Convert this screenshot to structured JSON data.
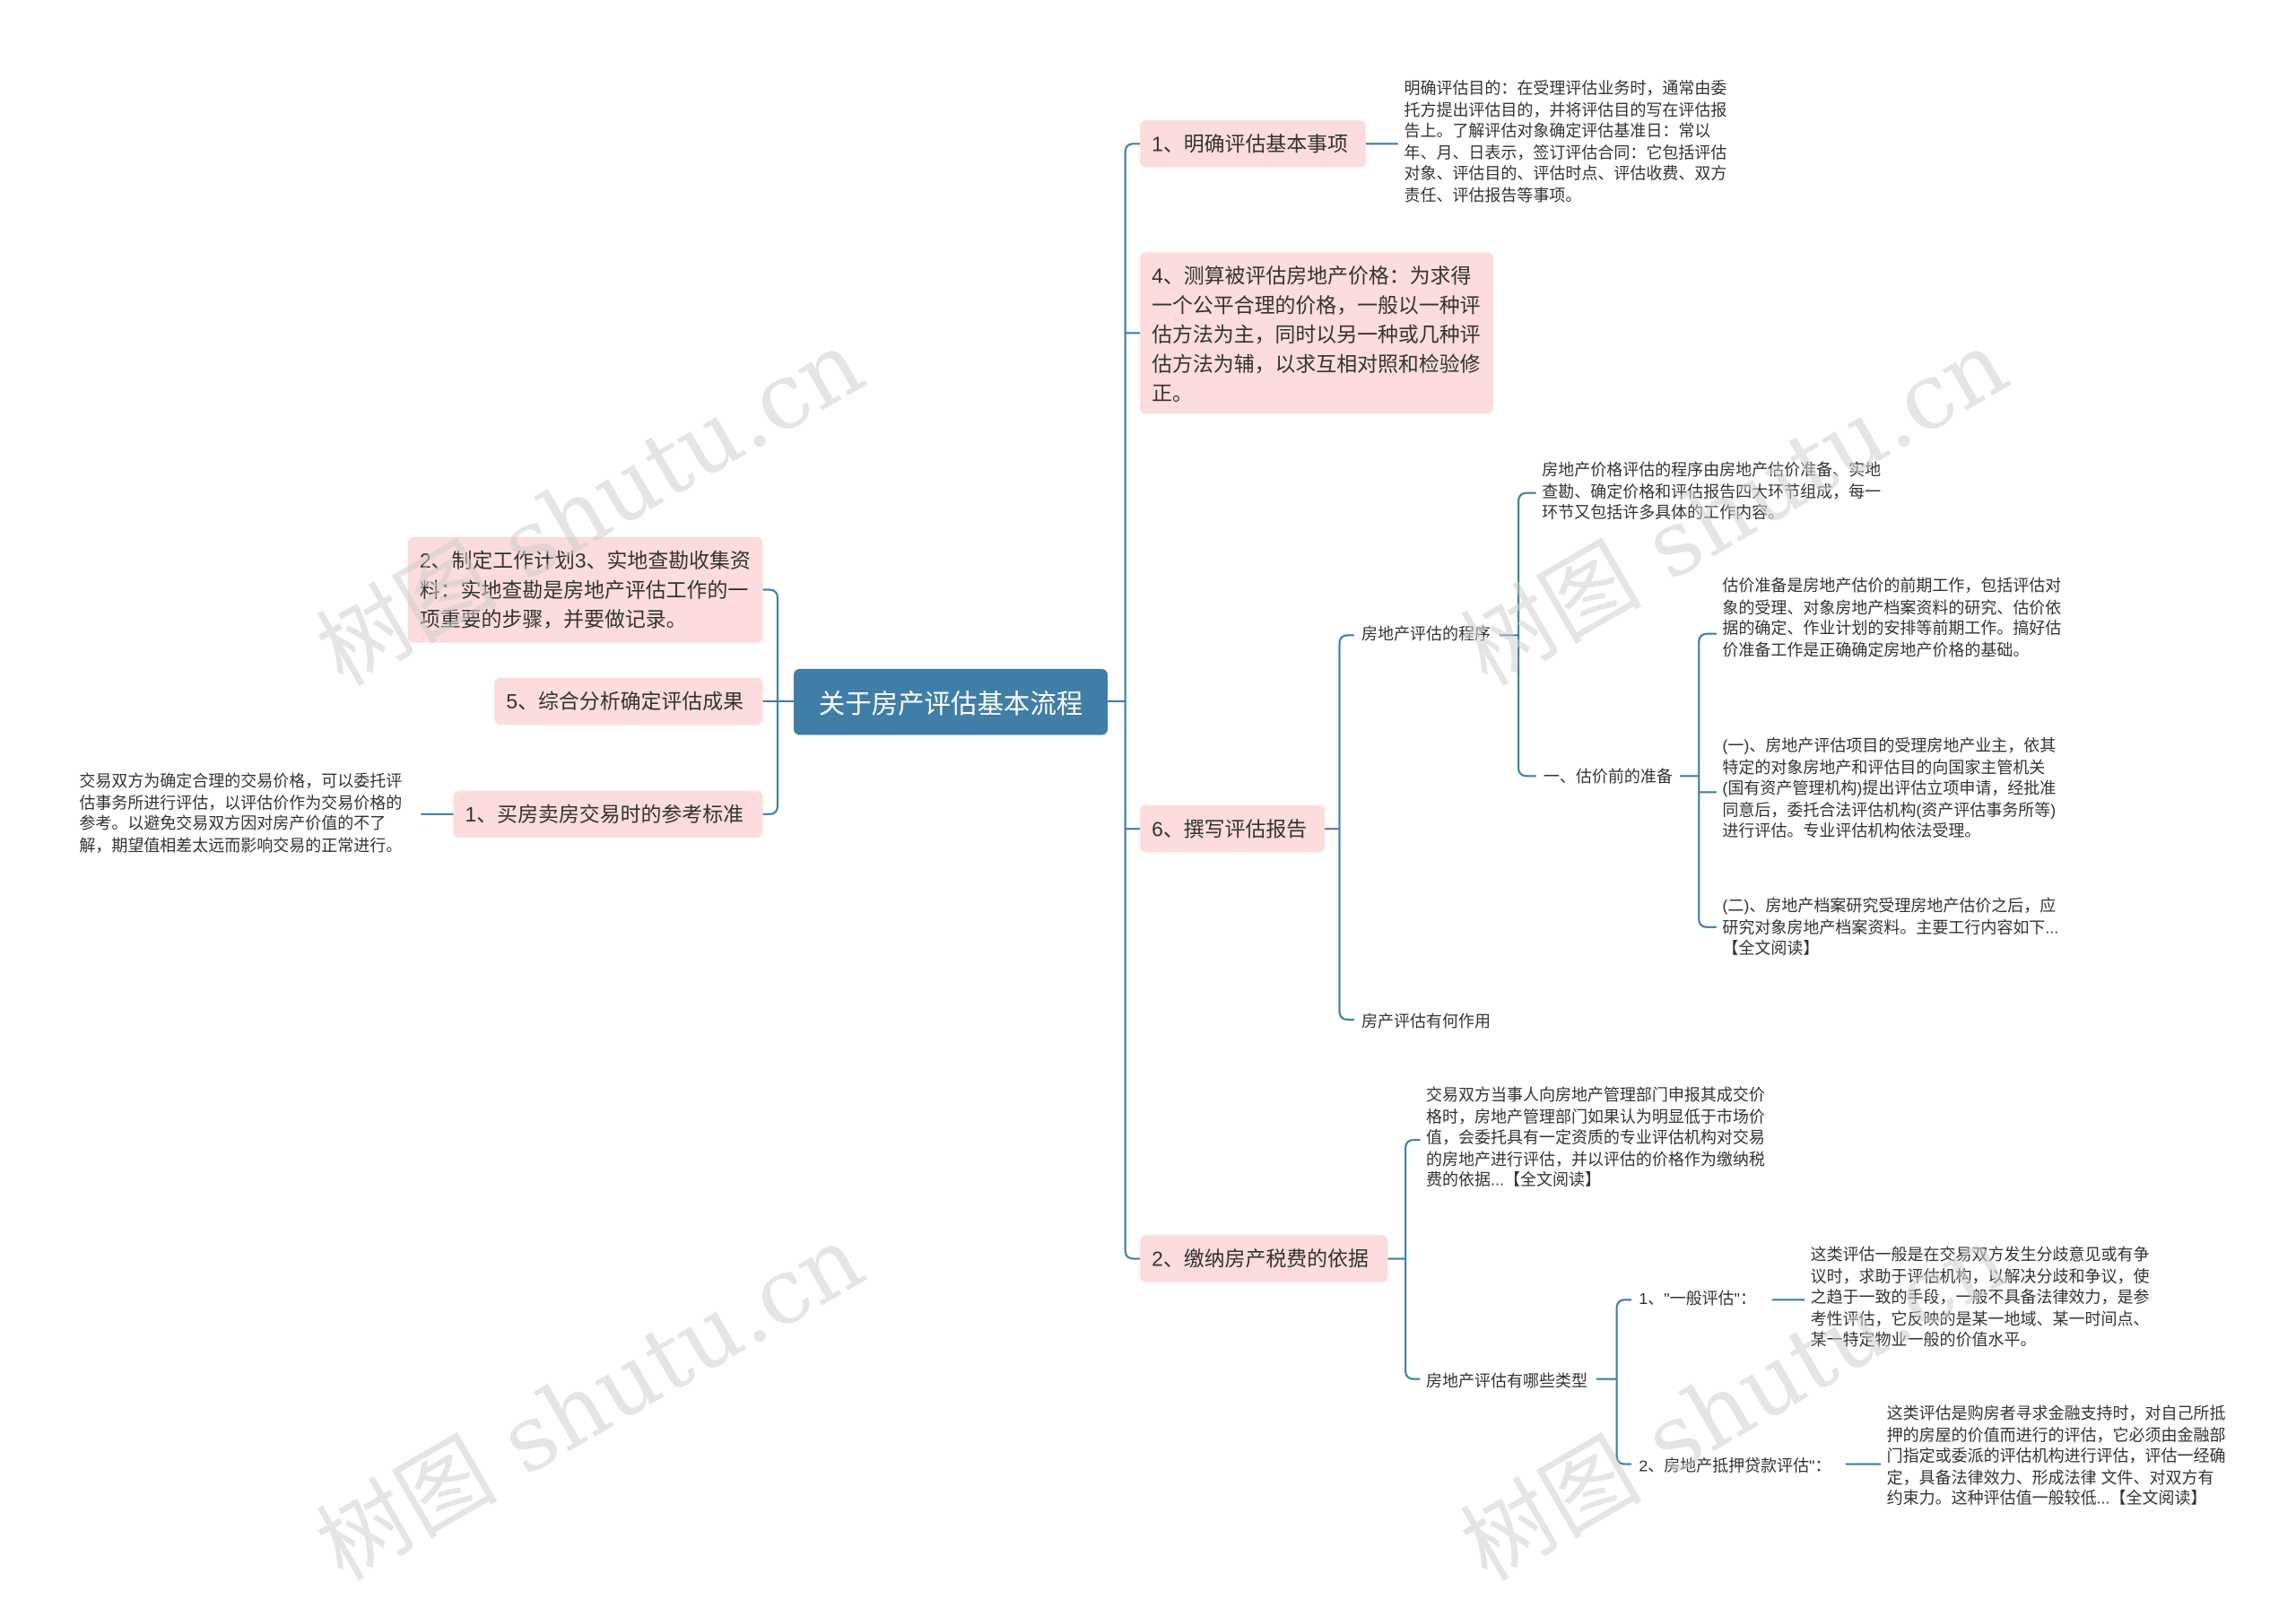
{
  "root": {
    "title": "关于房产评估基本流程"
  },
  "left": {
    "plan": "2、制定工作计划3、实地查勘收集资料：实地查勘是房地产评估工作的一项重要的步骤，并要做记录。",
    "analyze": "5、综合分析确定评估成果",
    "buy": "1、买房卖房交易时的参考标准",
    "buy_note": "交易双方为确定合理的交易价格，可以委托评估事务所进行评估，以评估价作为交易价格的参考。以避免交易双方因对房产价值的不了解，期望值相差太远而影响交易的正常进行。"
  },
  "right": {
    "clarify": "1、明确评估基本事项",
    "clarify_note": "明确评估目的：在受理评估业务时，通常由委托方提出评估目的，并将评估目的写在评估报告上。了解评估对象确定评估基准日：常以年、月、日表示，签订评估合同：它包括评估对象、评估目的、评估时点、评估收费、双方责任、评估报告等事项。",
    "calc": "4、测算被评估房地产价格：为求得一个公平合理的价格，一般以一种评估方法为主，同时以另一种或几种评估方法为辅，以求互相对照和检验修正。",
    "report": "6、撰写评估报告",
    "procedure": "房地产评估的程序",
    "procedure_note": "房地产价格评估的程序由房地产估价准备、实地查勘、确定价格和评估报告四大环节组成，每一环节又包括许多具体的工作内容。",
    "prep": "一、估价前的准备",
    "prep_note1": "估价准备是房地产估价的前期工作，包括评估对象的受理、对象房地产档案资料的研究、估价依据的确定、作业计划的安排等前期工作。搞好估价准备工作是正确确定房地产价格的基础。",
    "prep_note2": "(一)、房地产评估项目的受理房地产业主，依其特定的对象房地产和评估目的向国家主管机关(国有资产管理机构)提出评估立项申请，经批准同意后，委托合法评估机构(资产评估事务所等)进行评估。专业评估机构依法受理。",
    "prep_note3": "(二)、房地产档案研究受理房地产估价之后，应研究对象房地产档案资料。主要工行内容如下...【全文阅读】",
    "usage": "房产评估有何作用",
    "tax": "2、缴纳房产税费的依据",
    "tax_note": "交易双方当事人向房地产管理部门申报其成交价格时，房地产管理部门如果认为明显低于市场价值，会委托具有一定资质的专业评估机构对交易的房地产进行评估，并以评估的价格作为缴纳税费的依据...【全文阅读】",
    "types": "房地产评估有哪些类型",
    "general": "1、\"一般评估\"：",
    "general_note": "这类评估一般是在交易双方发生分歧意见或有争议时，求助于评估机构，以解决分歧和争议，使之趋于一致的手段，一般不具备法律效力，是参考性评估，它反映的是某一地域、某一时间点、某一特定物业一般的价值水平。",
    "mortgage": "2、房地产抵押贷款评估\"：",
    "mortgage_note": "这类评估是购房者寻求金融支持时，对自己所抵押的房屋的价值而进行的评估，它必须由金融部门指定或委派的评估机构进行评估，评估一经确定，具备法律效力、形成法律 文件、对双方有约束力。这种评估值一般较低...【全文阅读】"
  },
  "watermark": "树图 shutu.cn",
  "colors": {
    "root": "#3f7ea6",
    "pink": "#fcdcdc",
    "line": "#3f7ea6",
    "text": "#333333"
  }
}
